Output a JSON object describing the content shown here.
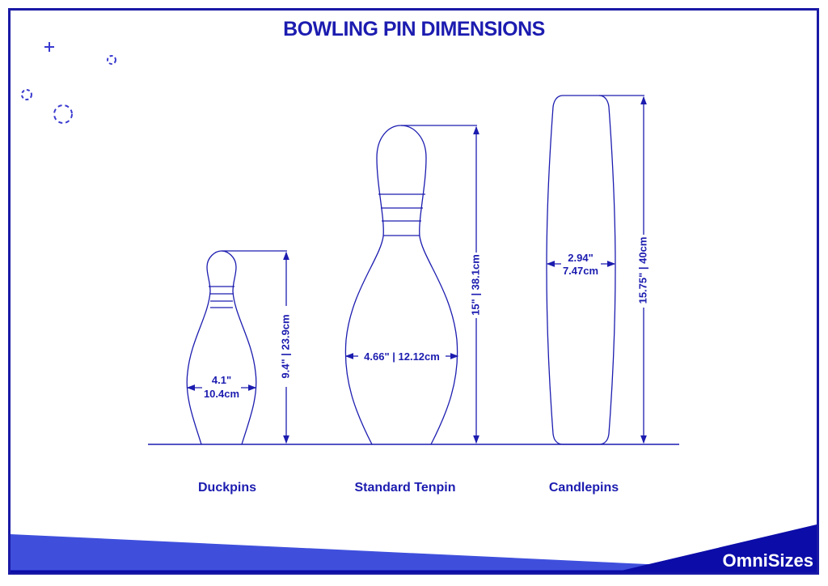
{
  "title": "BOWLING PIN DIMENSIONS",
  "brand": "OmniSizes",
  "colors": {
    "primary": "#1c1cb0",
    "footer_light": "#3f4fdc",
    "footer_dark": "#0c0ca8",
    "border": "#1a1aa6"
  },
  "pins": [
    {
      "name": "Duckpins",
      "height": "9.4\" | 23.9cm",
      "width_in": "4.1\"",
      "width_cm": "10.4cm"
    },
    {
      "name": "Standard Tenpin",
      "height": "15\" | 38.1cm",
      "width": "4.66\" | 12.12cm"
    },
    {
      "name": "Candlepins",
      "height": "15.75\" | 40cm",
      "width_in": "2.94\"",
      "width_cm": "7.47cm"
    }
  ],
  "decorations": [
    "plus-icon",
    "dashed-circle-icon",
    "dashed-circle-icon",
    "dashed-circle-icon"
  ]
}
